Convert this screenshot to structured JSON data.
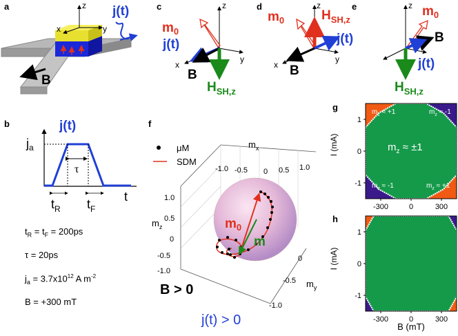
{
  "panels": {
    "a": "a",
    "b": "b",
    "c": "c",
    "d": "d",
    "e": "e",
    "f": "f",
    "g": "g",
    "h": "h"
  },
  "colors": {
    "blue": "#1f3fd6",
    "red": "#e0301e",
    "green": "#1a8a1a",
    "phase_green": "#159a4a",
    "purple": "#3a1a8a",
    "orange": "#f05a14",
    "yellow": "#f2ec38"
  },
  "panel_a": {
    "z": "z",
    "x": "x",
    "y": "y",
    "current": "j(t)",
    "field": "B"
  },
  "panel_b": {
    "current": "j(t)",
    "ja": "j",
    "ja_sub": "a",
    "tau": "τ",
    "tR": "t",
    "tR_sub": "R",
    "tF": "t",
    "tF_sub": "F",
    "t": "t",
    "params": [
      "t = t = 200ps",
      "τ = 20ps",
      "j = 3.7x10 A m",
      "B = +300 mT"
    ],
    "tR_eq": "t",
    "tR_eq_sub": "R",
    "eq_mid": " = t",
    "tF_eq_sub": "F",
    "eq_tail": " = 200ps",
    "tau_eq": "τ = 20ps",
    "ja_eq": "j",
    "ja_eq_sub": "a",
    "ja_eq_mid": " = 3.7x10",
    "ja_eq_sup": "12",
    "ja_eq_tail": " A m",
    "ja_eq_sup2": "-2",
    "B_eq": "B = +300 mT"
  },
  "panel_c": {
    "m": "m",
    "m_sub": "0",
    "j": "j(t)",
    "B": "B",
    "H": "H",
    "H_sub": "SH,z",
    "x": "x",
    "y": "y",
    "z": "z"
  },
  "panel_d": {
    "m": "m",
    "m_sub": "0",
    "j": "j(t)",
    "B": "B",
    "H": "H",
    "H_sub": "SH,z",
    "x": "x",
    "y": "y",
    "z": "z"
  },
  "panel_e": {
    "m": "m",
    "m_sub": "0",
    "j": "j(t)",
    "B": "B",
    "H": "H",
    "H_sub": "SH,z",
    "z": "z"
  },
  "panel_f": {
    "legend": [
      {
        "label": "μM",
        "marker": "dot"
      },
      {
        "label": "SDM",
        "marker": "line"
      }
    ],
    "mx": "m",
    "mx_sub": "x",
    "my": "m",
    "my_sub": "y",
    "mz": "m",
    "mz_sub": "z",
    "mx_ticks": [
      "-1.0",
      "-0.5",
      "0",
      "0.5",
      "1.0"
    ],
    "my_ticks": [
      "0",
      "-0.5",
      "-1.0"
    ],
    "mz_ticks": [
      "1.0",
      "0.5",
      "0",
      "-0.5",
      "-1.0"
    ],
    "m0": "m",
    "m0_sub": "0",
    "m": "m",
    "B_cond": "B > 0",
    "j_cond": "j(t) > 0"
  },
  "chart_data": [
    {
      "type": "heatmap",
      "panel": "g",
      "xlabel": "",
      "ylabel": "I (mA)",
      "xticks": [
        "-300",
        "0",
        "300"
      ],
      "yticks": [
        "1",
        "0",
        "-1"
      ],
      "xlim": [
        -450,
        450
      ],
      "ylim": [
        -1.5,
        1.5
      ],
      "regions": [
        {
          "label": "m_z ≈ +1",
          "location": "top-left",
          "color": "#f05a14"
        },
        {
          "label": "m_z ≈ -1",
          "location": "top-right",
          "color": "#3a1a8a"
        },
        {
          "label": "m_z ≈ ±1",
          "location": "center",
          "color": "#159a4a"
        },
        {
          "label": "m_z ≈ -1",
          "location": "bottom-left",
          "color": "#3a1a8a"
        },
        {
          "label": "m_z ≈ +1",
          "location": "bottom-right",
          "color": "#f05a14"
        }
      ]
    },
    {
      "type": "heatmap",
      "panel": "h",
      "xlabel": "B (mT)",
      "ylabel": "I (mA)",
      "xticks": [
        "-300",
        "0",
        "300"
      ],
      "yticks": [
        "1",
        "0",
        "-1"
      ],
      "xlim": [
        -450,
        450
      ],
      "ylim": [
        -1.5,
        1.5
      ],
      "regions": [
        {
          "location": "top-left",
          "color": "#f05a14"
        },
        {
          "location": "top-right",
          "color": "#3a1a8a"
        },
        {
          "location": "center",
          "color": "#159a4a"
        },
        {
          "location": "bottom-left",
          "color": "#3a1a8a"
        },
        {
          "location": "bottom-right",
          "color": "#f05a14"
        }
      ]
    }
  ],
  "g_labels": {
    "tl": "m",
    "tl_sub": "z",
    "tl_tail": " ≈ +1",
    "tr": "m",
    "tr_sub": "z",
    "tr_tail": " ≈ -1",
    "c": "m",
    "c_sub": "z",
    "c_tail": " ≈ ±1",
    "bl": "m",
    "bl_sub": "z",
    "bl_tail": " ≈ -1",
    "br": "m",
    "br_sub": "z",
    "br_tail": " ≈ +1"
  }
}
